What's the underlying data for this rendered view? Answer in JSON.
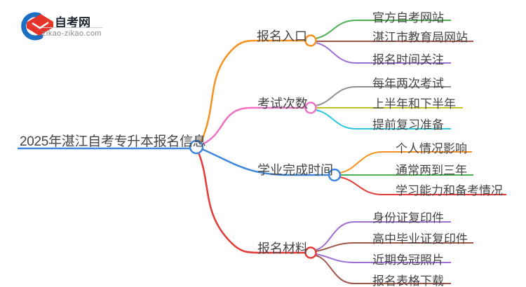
{
  "logo": {
    "title": "自考网",
    "domain": "zikao-zikao.com",
    "cap_color": "#E5352B",
    "swoosh_color": "#1B6EC2"
  },
  "mindmap": {
    "text_color": "#454545",
    "root": {
      "label": "2025年湛江自考专升本报名信息",
      "color": "#3E87DC"
    },
    "branches": [
      {
        "label": "报名入口",
        "color": "#F5921F",
        "children": [
          {
            "label": "官方自考网站",
            "color": "#4CAF50"
          },
          {
            "label": "湛江市教育局网站",
            "color": "#A0564B"
          },
          {
            "label": "报名时间关注",
            "color": "#9D6FD5"
          }
        ]
      },
      {
        "label": "考试次数",
        "color": "#ED72C3",
        "children": [
          {
            "label": "每年两次考试",
            "color": "#909090"
          },
          {
            "label": "上半年和下半年",
            "color": "#BFC525"
          },
          {
            "label": "提前复习准备",
            "color": "#2BC5DF"
          }
        ]
      },
      {
        "label": "学业完成时间",
        "color": "#3E87DC",
        "children": [
          {
            "label": "个人情况影响",
            "color": "#F5921F"
          },
          {
            "label": "通常两到三年",
            "color": "#4CAF50"
          },
          {
            "label": "学习能力和备考情况",
            "color": "#E53935"
          }
        ]
      },
      {
        "label": "报名材料",
        "color": "#E53935",
        "children": [
          {
            "label": "身份证复印件",
            "color": "#9D6FD5"
          },
          {
            "label": "高中毕业证复印件",
            "color": "#A0564B"
          },
          {
            "label": "近期免冠照片",
            "color": "#9D6FD5"
          },
          {
            "label": "报名表格下载",
            "color": "#A0564B"
          }
        ]
      }
    ]
  }
}
